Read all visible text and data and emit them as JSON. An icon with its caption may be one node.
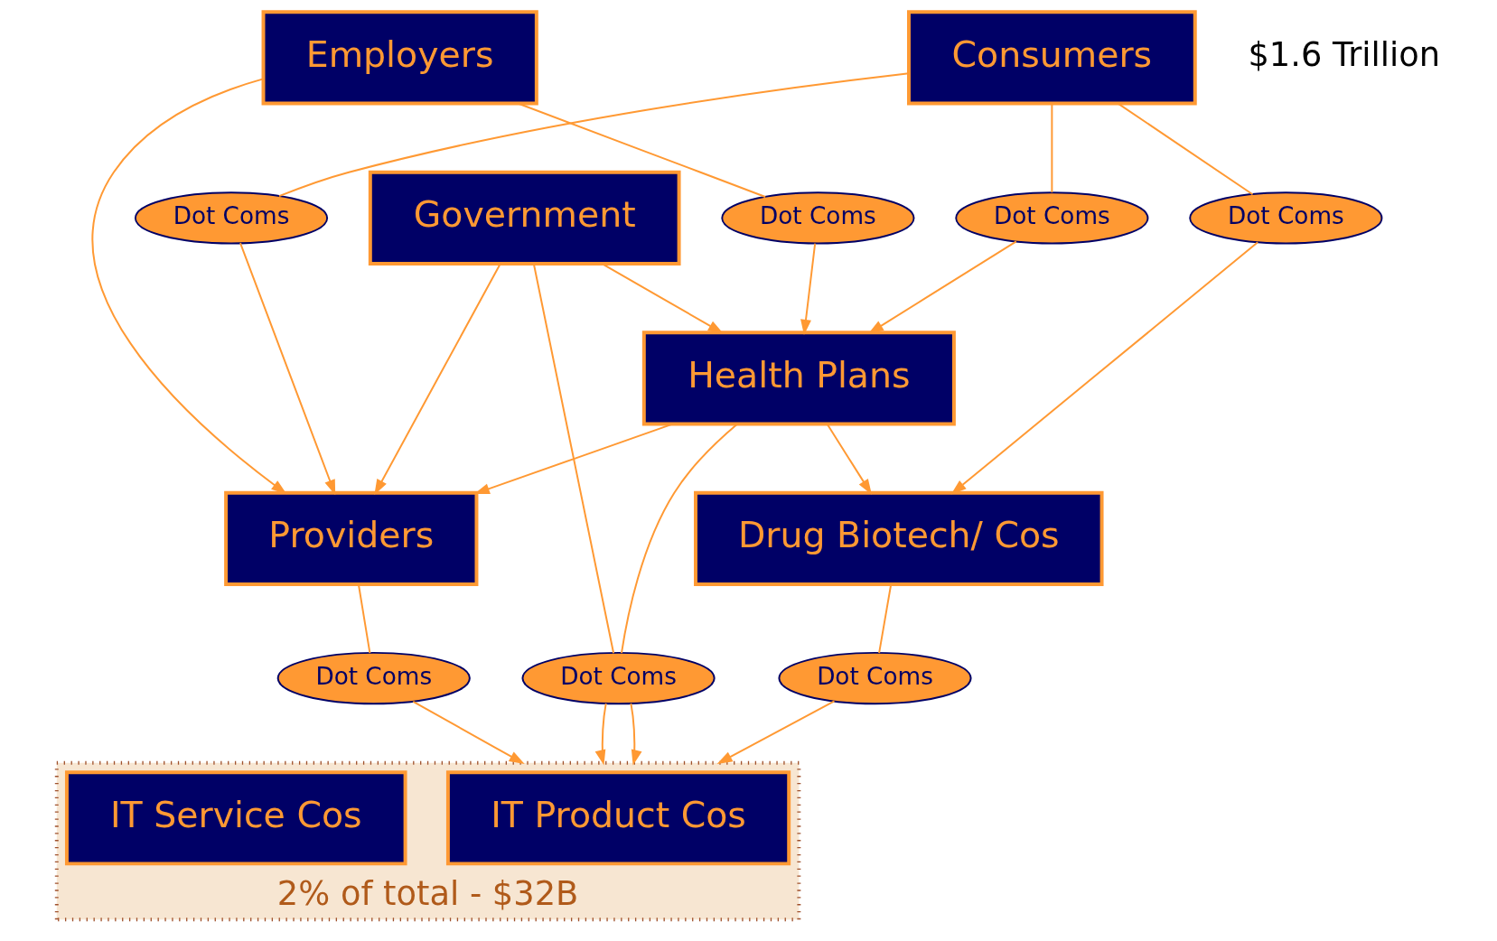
{
  "diagram": {
    "nodes": [
      {
        "text": [
          "Employers"
        ]
      },
      {
        "text": [
          "Government"
        ]
      },
      {
        "text": [
          "Consumers"
        ]
      },
      {
        "text": [
          "Health Plans"
        ]
      },
      {
        "text": [
          "Providers"
        ]
      },
      {
        "text": [
          "Drug Biotech/ Cos"
        ]
      },
      {
        "text": [
          "2% of total - $32B"
        ]
      },
      {
        "text": [
          "IT Product Cos"
        ],
        "in": 6
      },
      {
        "text": [
          "IT Service Cos"
        ],
        "in": 6
      },
      {
        "text": [
          "Dot Coms"
        ]
      },
      {
        "text": [
          "Dot Coms"
        ]
      },
      {
        "text": [
          "Dot Coms"
        ]
      },
      {
        "text": [
          "Dot Coms"
        ]
      },
      {
        "text": [
          "Dot Coms"
        ]
      },
      {
        "text": [
          "Dot Coms"
        ]
      },
      {
        "text": [
          "Dot Coms"
        ]
      }
    ],
    "edges": [
      {
        "from": 0,
        "to": 4,
        "arrow": "to"
      },
      {
        "from": 0,
        "to": 9,
        "arrow": "none"
      },
      {
        "from": 9,
        "to": 3,
        "arrow": "to"
      },
      {
        "from": 1,
        "to": 4,
        "arrow": "to"
      },
      {
        "from": 1,
        "to": 3,
        "arrow": "to"
      },
      {
        "from": 2,
        "to": 10,
        "arrow": "none"
      },
      {
        "from": 10,
        "to": 4,
        "arrow": "to"
      },
      {
        "from": 2,
        "to": 11,
        "arrow": "none"
      },
      {
        "from": 11,
        "to": 3,
        "arrow": "to"
      },
      {
        "from": 2,
        "to": 12,
        "arrow": "none"
      },
      {
        "from": 12,
        "to": 5,
        "arrow": "to"
      },
      {
        "from": 3,
        "to": 4,
        "arrow": "to"
      },
      {
        "from": 3,
        "to": 5,
        "arrow": "to"
      },
      {
        "from": 1,
        "to": 13,
        "arrow": "none"
      },
      {
        "from": 13,
        "to": 6,
        "arrow": "to"
      },
      {
        "from": 3,
        "to": 13,
        "arrow": "none"
      },
      {
        "from": 13,
        "to": 6,
        "arrow": "to"
      },
      {
        "from": 4,
        "to": 14,
        "arrow": "none"
      },
      {
        "from": 14,
        "to": 6,
        "arrow": "to"
      },
      {
        "from": 5,
        "to": 15,
        "arrow": "none"
      },
      {
        "from": 15,
        "to": 6,
        "arrow": "to"
      }
    ],
    "labels": [
      "$1.6 Trillion"
    ]
  }
}
